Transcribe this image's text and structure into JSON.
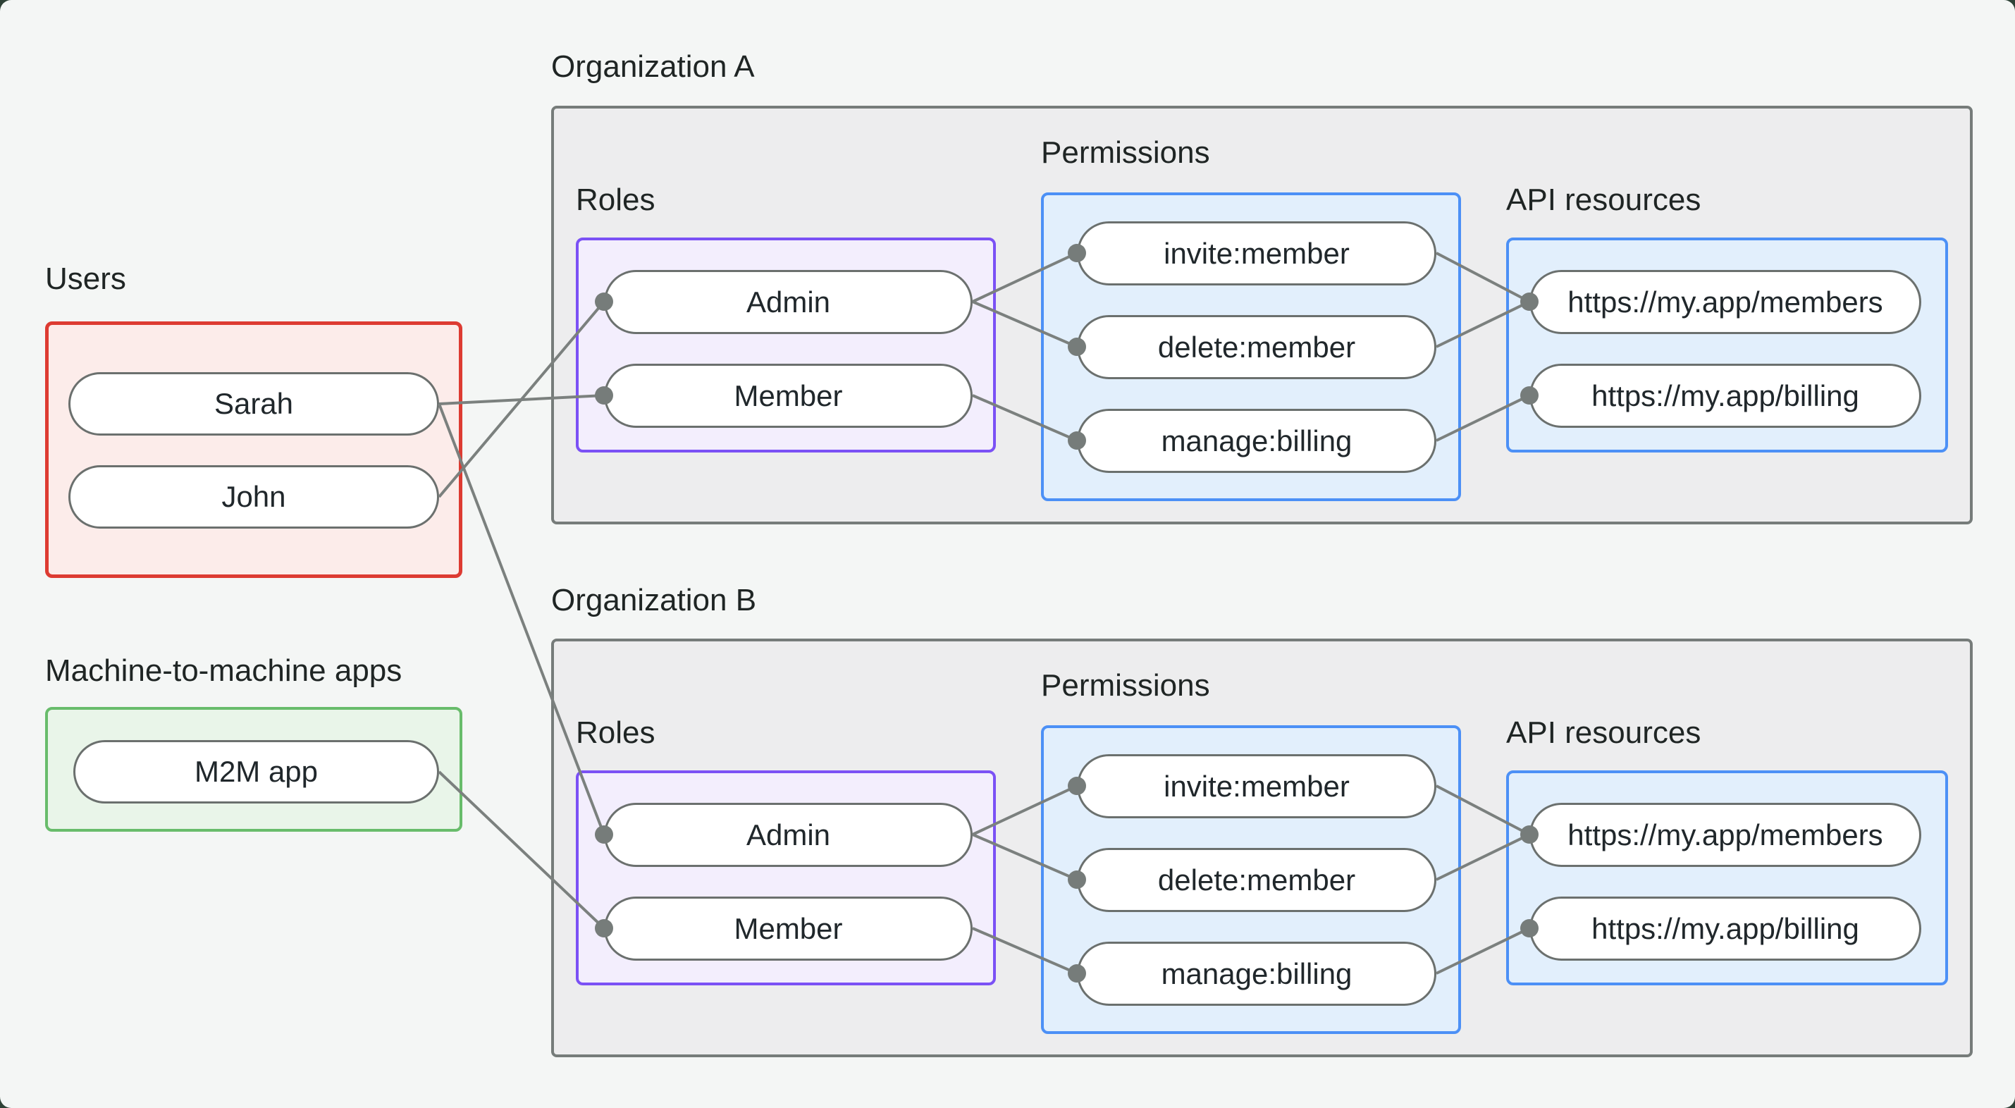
{
  "page": {
    "background": "#f4f6f5",
    "backdrop": "#2e4136"
  },
  "users": {
    "label": "Users",
    "items": [
      "Sarah",
      "John"
    ],
    "border_color": "#dd3b32",
    "fill_color": "#fcecea"
  },
  "m2m": {
    "label": "Machine-to-machine apps",
    "items": [
      "M2M app"
    ],
    "border_color": "#68bc6b",
    "fill_color": "#e9f5e9"
  },
  "orgs": [
    {
      "title": "Organization A",
      "roles_label": "Roles",
      "permissions_label": "Permissions",
      "api_label": "API resources",
      "roles": [
        "Admin",
        "Member"
      ],
      "permissions": [
        "invite:member",
        "delete:member",
        "manage:billing"
      ],
      "api_resources": [
        "https://my.app/members",
        "https://my.app/billing"
      ]
    },
    {
      "title": "Organization B",
      "roles_label": "Roles",
      "permissions_label": "Permissions",
      "api_label": "API resources",
      "roles": [
        "Admin",
        "Member"
      ],
      "permissions": [
        "invite:member",
        "delete:member",
        "manage:billing"
      ],
      "api_resources": [
        "https://my.app/members",
        "https://my.app/billing"
      ]
    }
  ],
  "edges": [
    {
      "from": "Sarah",
      "to": "Organization A / Member"
    },
    {
      "from": "John",
      "to": "Organization A / Admin"
    },
    {
      "from": "Sarah",
      "to": "Organization B / Admin"
    },
    {
      "from": "M2M app",
      "to": "Organization B / Member"
    },
    {
      "from": "Organization A / Admin",
      "to": "Organization A / invite:member"
    },
    {
      "from": "Organization A / Admin",
      "to": "Organization A / delete:member"
    },
    {
      "from": "Organization A / Member",
      "to": "Organization A / manage:billing"
    },
    {
      "from": "Organization A / invite:member",
      "to": "Organization A / https://my.app/members"
    },
    {
      "from": "Organization A / delete:member",
      "to": "Organization A / https://my.app/members"
    },
    {
      "from": "Organization A / manage:billing",
      "to": "Organization A / https://my.app/billing"
    },
    {
      "from": "Organization B / Admin",
      "to": "Organization B / invite:member"
    },
    {
      "from": "Organization B / Admin",
      "to": "Organization B / delete:member"
    },
    {
      "from": "Organization B / Member",
      "to": "Organization B / manage:billing"
    },
    {
      "from": "Organization B / invite:member",
      "to": "Organization B / https://my.app/members"
    },
    {
      "from": "Organization B / delete:member",
      "to": "Organization B / https://my.app/members"
    },
    {
      "from": "Organization B / manage:billing",
      "to": "Organization B / https://my.app/billing"
    }
  ],
  "colors": {
    "org_border": "#767c7a",
    "org_fill": "#ededee",
    "roles_border": "#7b51f5",
    "roles_fill": "#f3eefd",
    "permissions_border": "#4c90f6",
    "permissions_fill": "#e2effc",
    "pill_border": "#6b706e",
    "edge": "#7b807e",
    "text": "#1f2524"
  }
}
